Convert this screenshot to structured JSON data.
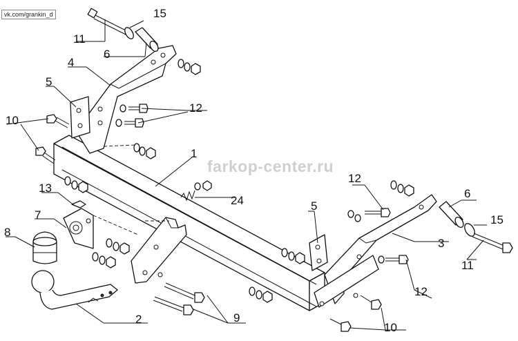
{
  "source_tag": "vk.com/grankin_d",
  "watermark": "farkop-center.ru",
  "callouts": {
    "c15_top": "15",
    "c11_top": "11",
    "c6_top": "6",
    "c4": "4",
    "c5_left": "5",
    "c12_top": "12",
    "c10_left": "10",
    "c1": "1",
    "c13": "13",
    "c7": "7",
    "c8": "8",
    "c24": "24",
    "c12_mid": "12",
    "c5_right": "5",
    "c6_right": "6",
    "c15_right": "15",
    "c3": "3",
    "c11_right": "11",
    "c12_bottom": "12",
    "c9": "9",
    "c2": "2",
    "c10_bottom": "10"
  }
}
